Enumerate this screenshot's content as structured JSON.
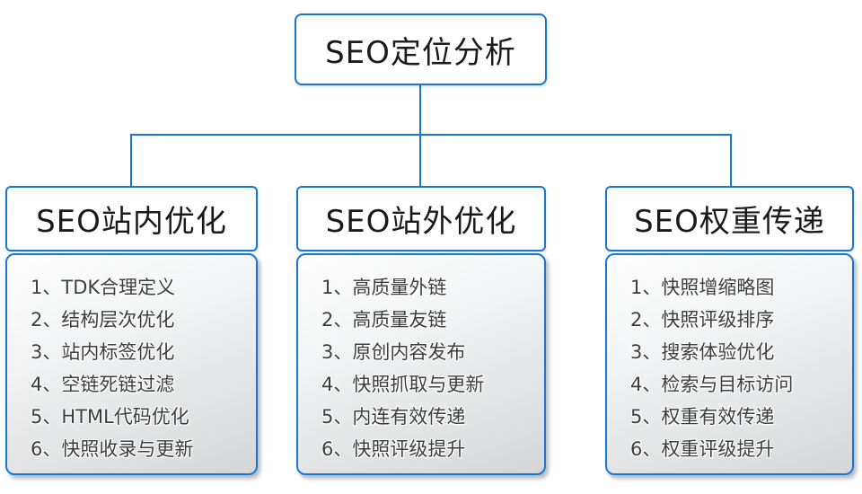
{
  "diagram": {
    "root": {
      "label": "SEO定位分析"
    },
    "columns": [
      {
        "header": "SEO站内优化",
        "items": [
          "1、TDK合理定义",
          "2、结构层次优化",
          "3、站内标签优化",
          "4、空链死链过滤",
          "5、HTML代码优化",
          "6、快照收录与更新"
        ]
      },
      {
        "header": "SEO站外优化",
        "items": [
          "1、高质量外链",
          "2、高质量友链",
          "3、原创内容发布",
          "4、快照抓取与更新",
          "5、内连有效传递",
          "6、快照评级提升"
        ]
      },
      {
        "header": "SEO权重传递",
        "items": [
          "1、快照增缩略图",
          "2、快照评级排序",
          "3、搜索体验优化",
          "4、检索与目标访问",
          "5、权重有效传递",
          "6、权重评级提升"
        ]
      }
    ],
    "colors": {
      "accent": "#1777d2",
      "header_text": "#1a1a1a",
      "item_text": "#3d3d3d",
      "list_gradient_top": "#ffffff",
      "list_gradient_bottom": "#d5d6d8"
    }
  }
}
